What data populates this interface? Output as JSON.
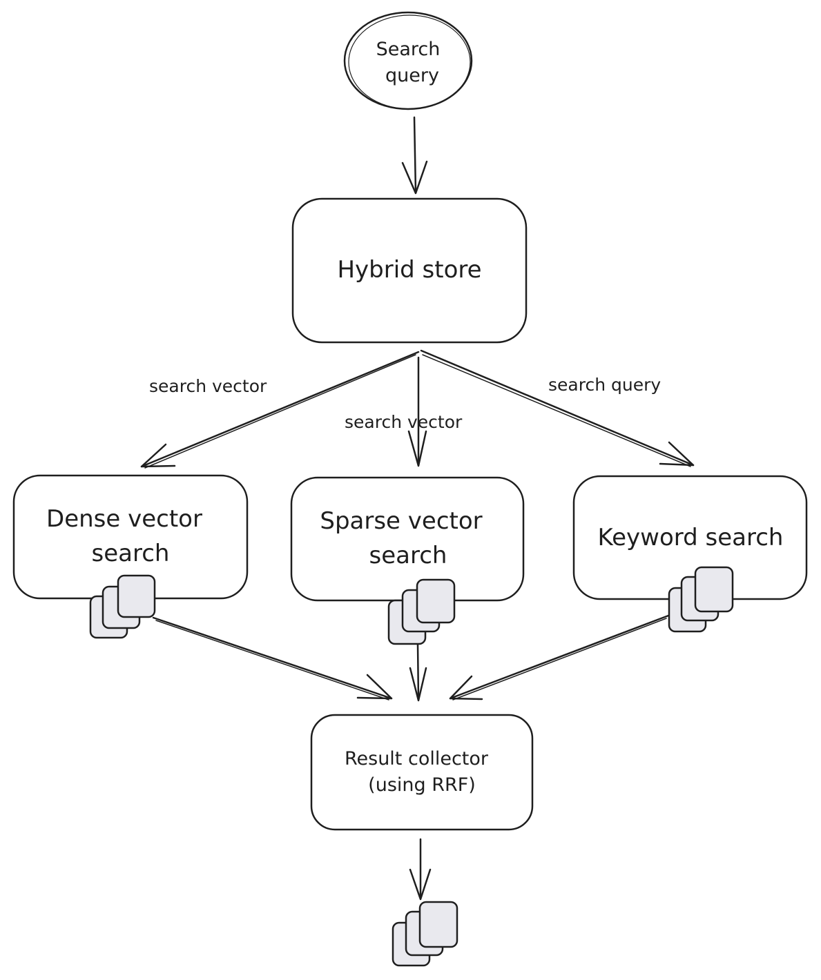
{
  "diagram": {
    "title": "Hybrid search flow",
    "nodes": {
      "search_query": {
        "lines": [
          "Search",
          "query"
        ],
        "fill": "#ffec99",
        "shape": "ellipse"
      },
      "hybrid_store": {
        "lines": [
          "Hybrid store"
        ],
        "fill": "#ffc9c9",
        "shape": "rounded-rect"
      },
      "dense_search": {
        "lines": [
          "Dense vector",
          "search"
        ],
        "fill": "#ffffff",
        "shape": "rounded-rect"
      },
      "sparse_search": {
        "lines": [
          "Sparse vector",
          "search"
        ],
        "fill": "#ffffff",
        "shape": "rounded-rect"
      },
      "keyword_search": {
        "lines": [
          "Keyword search"
        ],
        "fill": "#ffffff",
        "shape": "rounded-rect"
      },
      "result_collector": {
        "lines": [
          "Result collector",
          "(using RRF)"
        ],
        "fill": "#a5d8ff",
        "shape": "rounded-rect"
      }
    },
    "edges": [
      {
        "from": "search_query",
        "to": "hybrid_store",
        "label": ""
      },
      {
        "from": "hybrid_store",
        "to": "dense_search",
        "label": "search vector"
      },
      {
        "from": "hybrid_store",
        "to": "sparse_search",
        "label": "search vector"
      },
      {
        "from": "hybrid_store",
        "to": "keyword_search",
        "label": "search query"
      },
      {
        "from": "dense_search",
        "to": "result_collector",
        "label": ""
      },
      {
        "from": "sparse_search",
        "to": "result_collector",
        "label": ""
      },
      {
        "from": "keyword_search",
        "to": "result_collector",
        "label": ""
      },
      {
        "from": "result_collector",
        "to": "final_results",
        "label": ""
      }
    ],
    "document_stacks": [
      "dense_results",
      "sparse_results",
      "keyword_results",
      "final_results"
    ],
    "colors": {
      "stroke": "#1e1e1e",
      "document_fill": "#e9e9ee",
      "query_hatch": "#ffe08a",
      "store_hatch": "#ffb3b3",
      "collector_hatch": "#8cc8f5"
    }
  }
}
